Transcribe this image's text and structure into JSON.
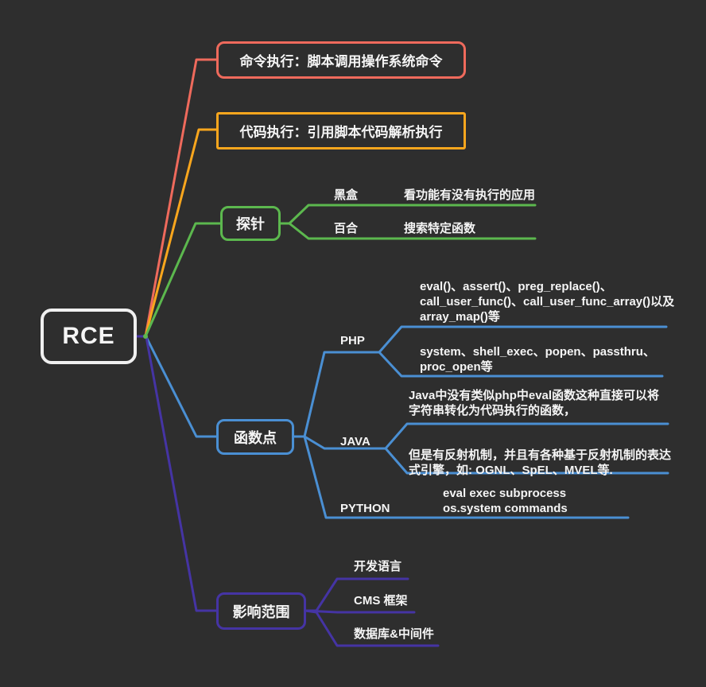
{
  "colors": {
    "background": "#2e2e2e",
    "text": "#f5f5f5",
    "root_border": "#f0f0f0"
  },
  "root": {
    "label": "RCE"
  },
  "branches": [
    {
      "label": "命令执行：脚本调用操作系统命令",
      "color": "#ef6a5c"
    },
    {
      "label": "代码执行：引用脚本代码解析执行",
      "color": "#f9a61d"
    },
    {
      "label": "探针",
      "color": "#5cb84e",
      "children": [
        {
          "label": "黑盒",
          "desc": "看功能有没有执行的应用"
        },
        {
          "label": "百合",
          "desc": "搜索特定函数"
        }
      ]
    },
    {
      "label": "函数点",
      "color": "#4a8fd3",
      "children": [
        {
          "label": "PHP",
          "descs": [
            "eval()、assert()、preg_replace()、call_user_func()、call_user_func_array()以及array_map()等",
            "system、shell_exec、popen、passthru、proc_open等"
          ]
        },
        {
          "label": "JAVA",
          "descs": [
            "Java中没有类似php中eval函数这种直接可以将字符串转化为代码执行的函数，",
            "但是有反射机制，并且有各种基于反射机制的表达式引擎，如: OGNL、SpEL、MVEL等."
          ]
        },
        {
          "label": "PYTHON",
          "descs": [
            "eval exec subprocess os.system commands"
          ]
        }
      ]
    },
    {
      "label": "影响范围",
      "color": "#4534a4",
      "children": [
        {
          "label": "开发语言"
        },
        {
          "label": "CMS 框架"
        },
        {
          "label": "数据库&中间件"
        }
      ]
    }
  ]
}
